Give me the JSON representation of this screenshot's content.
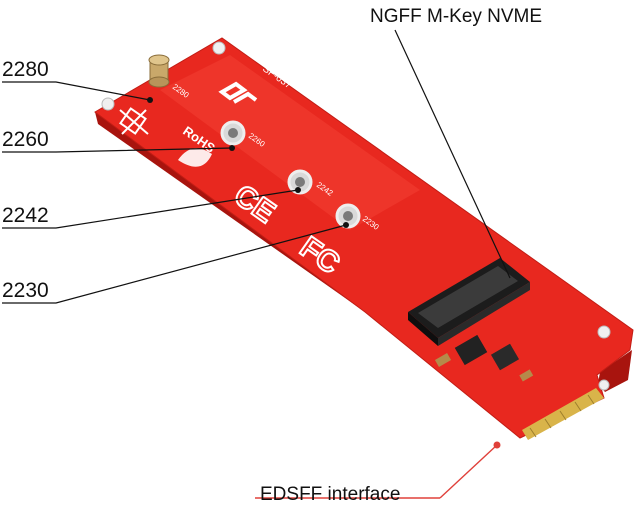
{
  "labels": {
    "l2280": "2280",
    "l2260": "2260",
    "l2242": "2242",
    "l2230": "2230",
    "connector": "NGFF M-Key NVME",
    "interface": "EDSFF interface"
  },
  "board": {
    "model": "SF-037",
    "hole_marks": [
      "2280",
      "2260",
      "2242",
      "2230"
    ],
    "cert_marks": [
      "RoHS",
      "CE",
      "FC"
    ]
  },
  "colors": {
    "pcb": "#e8281f",
    "pcb_edge": "#a8140e",
    "slot": "#141414",
    "gold": "#d9b44a",
    "leader": "#111111",
    "interface_leader": "#e0403a"
  }
}
